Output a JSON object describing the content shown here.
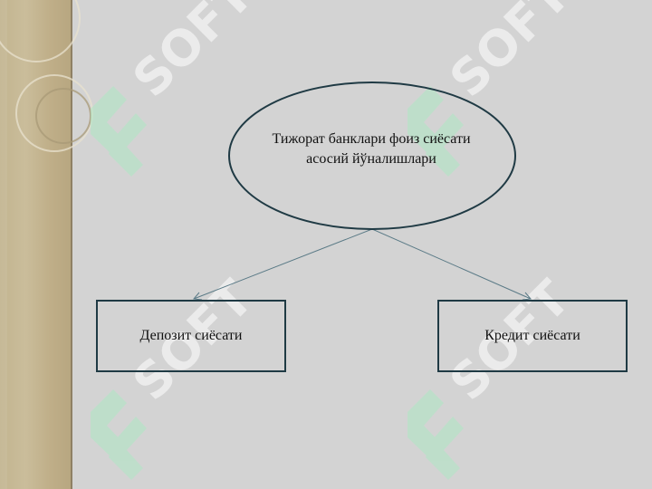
{
  "diagram": {
    "root": {
      "label": "Тижорат банклари фоиз сиёсати асосий йўналишлари"
    },
    "children": [
      {
        "label": "Депозит сиёсати"
      },
      {
        "label": "Кредит сиёсати"
      }
    ]
  },
  "watermark": {
    "text": "SOFT"
  },
  "colors": {
    "slide_background": "#d3d3d3",
    "side_panel": "#c2b48f",
    "shape_stroke": "#1f3a44",
    "connector": "#5a7a86",
    "watermark": "#ffffff",
    "watermark_logo": "#aee8c4"
  }
}
